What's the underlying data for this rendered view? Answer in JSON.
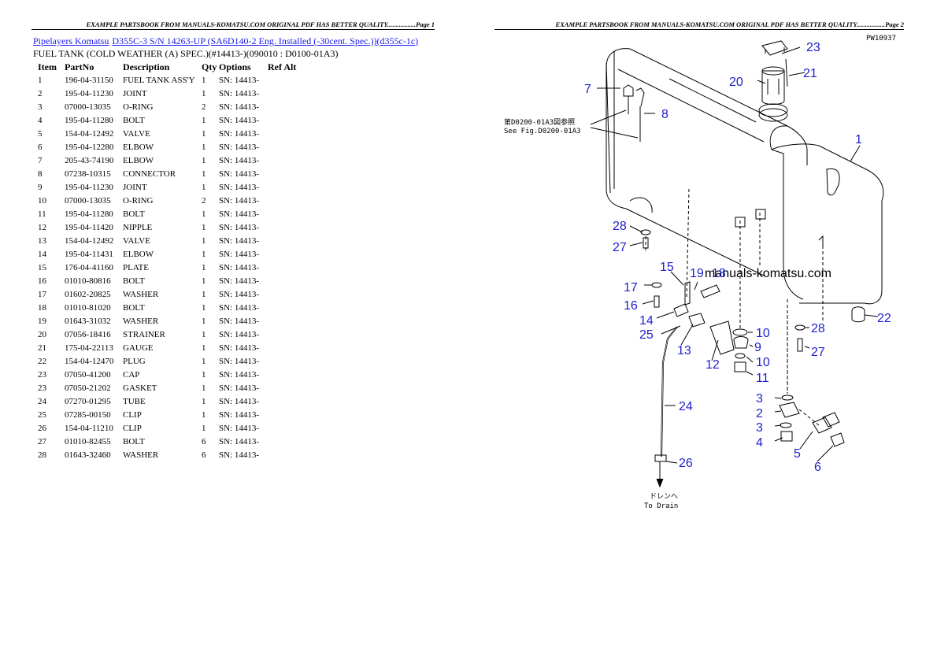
{
  "header": {
    "page1": "EXAMPLE PARTSBOOK FROM MANUALS-KOMATSU.COM ORIGINAL PDF HAS BETTER QUALITY.................Page 1",
    "page2": "EXAMPLE PARTSBOOK FROM MANUALS-KOMATSU.COM ORIGINAL PDF HAS BETTER QUALITY.................Page 2"
  },
  "breadcrumb": {
    "link1": "Pipelayers Komatsu",
    "link2": "D355C-3 S/N 14263-UP (SA6D140-2 Eng. Installed (-30cent. Spec.))(d355c-1c)"
  },
  "subtitle": "FUEL TANK (COLD WEATHER (A) SPEC.)(#14413-)(090010 : D0100-01A3)",
  "table": {
    "headers": [
      "Item",
      "PartNo",
      "Description",
      "Qty",
      "Options",
      "Ref Alt"
    ],
    "rows": [
      [
        "1",
        "196-04-31150",
        "FUEL TANK ASS'Y",
        "1",
        "SN: 14413-"
      ],
      [
        "2",
        "195-04-11230",
        "JOINT",
        "1",
        "SN: 14413-"
      ],
      [
        "3",
        "07000-13035",
        "O-RING",
        "2",
        "SN: 14413-"
      ],
      [
        "4",
        "195-04-11280",
        "BOLT",
        "1",
        "SN: 14413-"
      ],
      [
        "5",
        "154-04-12492",
        "VALVE",
        "1",
        "SN: 14413-"
      ],
      [
        "6",
        "195-04-12280",
        "ELBOW",
        "1",
        "SN: 14413-"
      ],
      [
        "7",
        "205-43-74190",
        "ELBOW",
        "1",
        "SN: 14413-"
      ],
      [
        "8",
        "07238-10315",
        "CONNECTOR",
        "1",
        "SN: 14413-"
      ],
      [
        "9",
        "195-04-11230",
        "JOINT",
        "1",
        "SN: 14413-"
      ],
      [
        "10",
        "07000-13035",
        "O-RING",
        "2",
        "SN: 14413-"
      ],
      [
        "11",
        "195-04-11280",
        "BOLT",
        "1",
        "SN: 14413-"
      ],
      [
        "12",
        "195-04-11420",
        "NIPPLE",
        "1",
        "SN: 14413-"
      ],
      [
        "13",
        "154-04-12492",
        "VALVE",
        "1",
        "SN: 14413-"
      ],
      [
        "14",
        "195-04-11431",
        "ELBOW",
        "1",
        "SN: 14413-"
      ],
      [
        "15",
        "176-04-41160",
        "PLATE",
        "1",
        "SN: 14413-"
      ],
      [
        "16",
        "01010-80816",
        "BOLT",
        "1",
        "SN: 14413-"
      ],
      [
        "17",
        "01602-20825",
        "WASHER",
        "1",
        "SN: 14413-"
      ],
      [
        "18",
        "01010-81020",
        "BOLT",
        "1",
        "SN: 14413-"
      ],
      [
        "19",
        "01643-31032",
        "WASHER",
        "1",
        "SN: 14413-"
      ],
      [
        "20",
        "07056-18416",
        "STRAINER",
        "1",
        "SN: 14413-"
      ],
      [
        "21",
        "175-04-22113",
        "GAUGE",
        "1",
        "SN: 14413-"
      ],
      [
        "22",
        "154-04-12470",
        "PLUG",
        "1",
        "SN: 14413-"
      ],
      [
        "23",
        "07050-41200",
        "CAP",
        "1",
        "SN: 14413-"
      ],
      [
        "23",
        "07050-21202",
        "GASKET",
        "1",
        "SN: 14413-"
      ],
      [
        "24",
        "07270-01295",
        "TUBE",
        "1",
        "SN: 14413-"
      ],
      [
        "25",
        "07285-00150",
        "CLIP",
        "1",
        "SN: 14413-"
      ],
      [
        "26",
        "154-04-11210",
        "CLIP",
        "1",
        "SN: 14413-"
      ],
      [
        "27",
        "01010-82455",
        "BOLT",
        "6",
        "SN: 14413-"
      ],
      [
        "28",
        "01643-32460",
        "WASHER",
        "6",
        "SN: 14413-"
      ]
    ]
  },
  "figure": {
    "code": "PW10937",
    "ref_jp": "第D0200-01A3図参照",
    "ref_en": "See Fig.D0200-01A3",
    "watermark": "manuals-komatsu.com",
    "drain_jp": "ドレンへ",
    "drain_en": "To Drain",
    "callouts": {
      "c1": "1",
      "c2": "2",
      "c3a": "3",
      "c3b": "3",
      "c4": "4",
      "c5": "5",
      "c6": "6",
      "c7": "7",
      "c8": "8",
      "c9": "9",
      "c10a": "10",
      "c10b": "10",
      "c11": "11",
      "c12": "12",
      "c13": "13",
      "c14": "14",
      "c15": "15",
      "c16": "16",
      "c17": "17",
      "c18": "18",
      "c19": "19",
      "c20": "20",
      "c21": "21",
      "c22": "22",
      "c23": "23",
      "c24": "24",
      "c25": "25",
      "c26": "26",
      "c27a": "27",
      "c27b": "27",
      "c28a": "28",
      "c28b": "28"
    }
  }
}
